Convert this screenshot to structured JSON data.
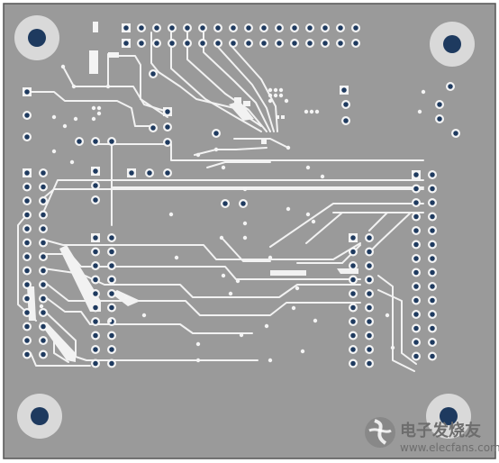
{
  "image": {
    "kind": "PCB layout (top copper layer)",
    "colors": {
      "background": "#ffffff",
      "board_border": "#555555",
      "board_fill": "#9a9a9a",
      "trace": "#f2f2f2",
      "pad_ring": "#f4f4f4",
      "pad_dark": "#1e3a5f",
      "mount_hole_outer": "#d9d9d9",
      "mount_hole_inner": "#1e3a5f",
      "watermark": "#6d6d6d"
    }
  },
  "watermark": {
    "title": "电子发烧友",
    "url": "www.elecfans.com",
    "icon": "elecfans-logo-icon"
  }
}
